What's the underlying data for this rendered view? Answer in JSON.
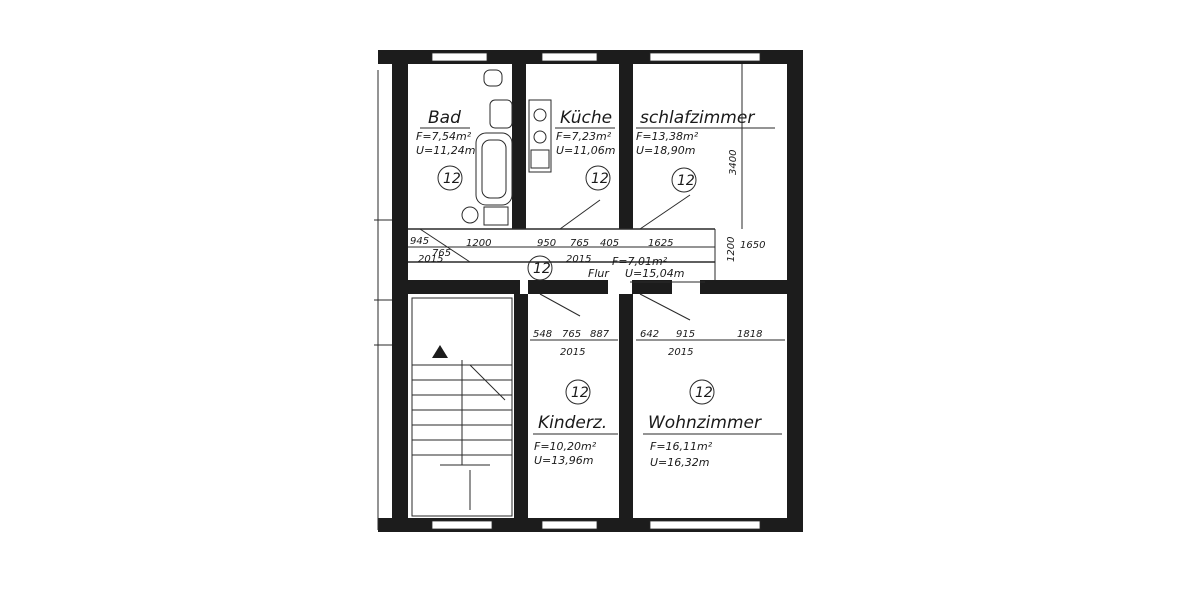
{
  "rooms": {
    "bad": {
      "name": "Bad",
      "area": "F=7,54m²",
      "perimeter": "U=11,24m",
      "tag": "12"
    },
    "kueche": {
      "name": "Küche",
      "area": "F=7,23m²",
      "perimeter": "U=11,06m",
      "tag": "12"
    },
    "schlaf": {
      "name": "schlafzimmer",
      "area": "F=13,38m²",
      "perimeter": "U=18,90m",
      "tag": "12"
    },
    "flur": {
      "name": "Flur",
      "area": "F=7,01m²",
      "perimeter": "U=15,04m",
      "tag": "12"
    },
    "kinder": {
      "name": "Kinderz.",
      "area": "F=10,20m²",
      "perimeter": "U=13,96m",
      "tag": "12"
    },
    "wohn": {
      "name": "Wohnzimmer",
      "area": "F=16,11m²",
      "perimeter": "U=16,32m",
      "tag": "12"
    }
  },
  "dimensions": {
    "schlaf_height": "3400",
    "flur_top": [
      "945",
      "765",
      "1200",
      "950",
      "765",
      "405",
      "1625",
      "1650"
    ],
    "flur_vertical": "1200",
    "flur_bottom": [
      "2015",
      "2015"
    ],
    "kinder_top": [
      "548",
      "765",
      "887"
    ],
    "kinder_bottom": "2015",
    "wohn_top": [
      "642",
      "915",
      "1818"
    ],
    "wohn_bottom": "2015"
  }
}
